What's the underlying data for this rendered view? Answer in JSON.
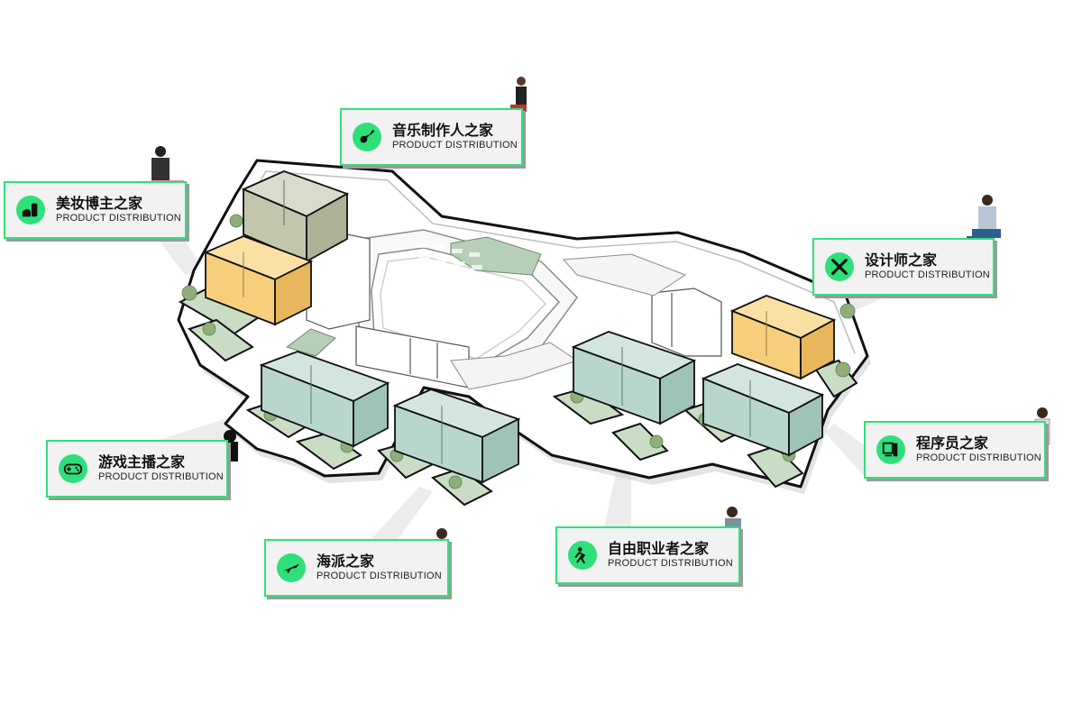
{
  "colors": {
    "accent": "#2fe07a",
    "unit_green": "#b9d6cc",
    "unit_yellow": "#f7cf7c",
    "unit_olive": "#c9cdb4"
  },
  "labels": {
    "music": {
      "title": "音乐制作人之家",
      "subtitle": "PRODUCT DISTRIBUTION",
      "icon": "guitar-icon"
    },
    "beauty": {
      "title": "美妆博主之家",
      "subtitle": "PRODUCT DISTRIBUTION",
      "icon": "cosmetics-icon"
    },
    "designer": {
      "title": "设计师之家",
      "subtitle": "PRODUCT DISTRIBUTION",
      "icon": "design-tools-icon"
    },
    "gamer": {
      "title": "游戏主播之家",
      "subtitle": "PRODUCT DISTRIBUTION",
      "icon": "gamepad-icon"
    },
    "coder": {
      "title": "程序员之家",
      "subtitle": "PRODUCT DISTRIBUTION",
      "icon": "computer-icon"
    },
    "returnee": {
      "title": "海派之家",
      "subtitle": "PRODUCT DISTRIBUTION",
      "icon": "airplane-icon"
    },
    "freelance": {
      "title": "自由职业者之家",
      "subtitle": "PRODUCT DISTRIBUTION",
      "icon": "freelancer-icon"
    }
  }
}
